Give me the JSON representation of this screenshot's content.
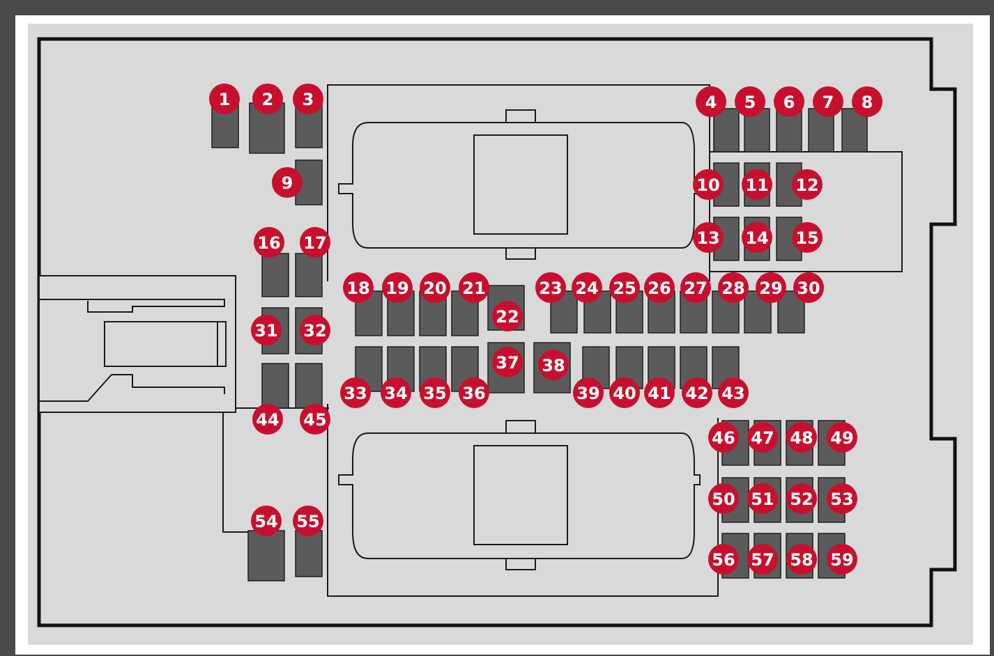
{
  "diagram": {
    "colors": {
      "background": "#d9d9d9",
      "outline": "#111111",
      "fuse": "#5b5b5b",
      "badge": "#c8102e",
      "badge_text": "#ffffff"
    },
    "fuse_labels": [
      "1",
      "2",
      "3",
      "4",
      "5",
      "6",
      "7",
      "8",
      "9",
      "10",
      "11",
      "12",
      "13",
      "14",
      "15",
      "16",
      "17",
      "18",
      "19",
      "20",
      "21",
      "22",
      "23",
      "24",
      "25",
      "26",
      "27",
      "28",
      "29",
      "30",
      "31",
      "32",
      "33",
      "34",
      "35",
      "36",
      "37",
      "38",
      "39",
      "40",
      "41",
      "42",
      "43",
      "44",
      "45",
      "46",
      "47",
      "48",
      "49",
      "50",
      "51",
      "52",
      "53",
      "54",
      "55",
      "56",
      "57",
      "58",
      "59"
    ]
  }
}
